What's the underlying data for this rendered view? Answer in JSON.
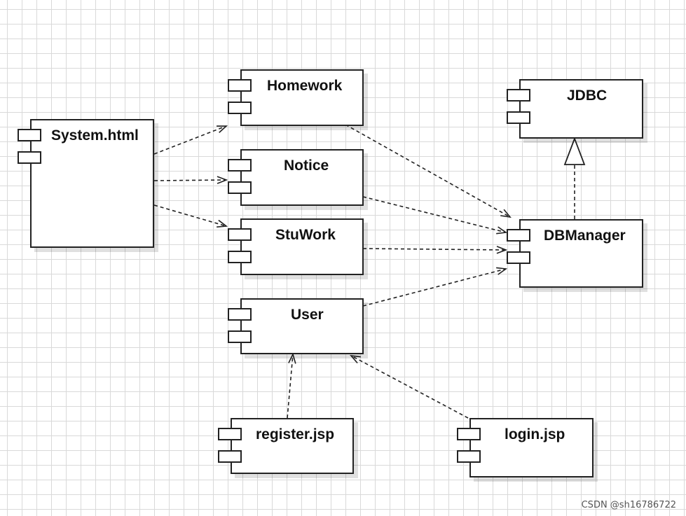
{
  "diagram": {
    "components": [
      {
        "id": "system",
        "label": "System.html"
      },
      {
        "id": "homework",
        "label": "Homework"
      },
      {
        "id": "notice",
        "label": "Notice"
      },
      {
        "id": "stuwork",
        "label": "StuWork"
      },
      {
        "id": "user",
        "label": "User"
      },
      {
        "id": "jdbc",
        "label": "JDBC"
      },
      {
        "id": "dbmanager",
        "label": "DBManager"
      },
      {
        "id": "register",
        "label": "register.jsp"
      },
      {
        "id": "login",
        "label": "login.jsp"
      }
    ],
    "dependencies": [
      {
        "from": "system",
        "to": "homework",
        "kind": "dependency"
      },
      {
        "from": "system",
        "to": "notice",
        "kind": "dependency"
      },
      {
        "from": "system",
        "to": "stuwork",
        "kind": "dependency"
      },
      {
        "from": "homework",
        "to": "dbmanager",
        "kind": "dependency"
      },
      {
        "from": "notice",
        "to": "dbmanager",
        "kind": "dependency"
      },
      {
        "from": "stuwork",
        "to": "dbmanager",
        "kind": "dependency"
      },
      {
        "from": "user",
        "to": "dbmanager",
        "kind": "dependency"
      },
      {
        "from": "dbmanager",
        "to": "jdbc",
        "kind": "realization"
      },
      {
        "from": "register",
        "to": "user",
        "kind": "dependency"
      },
      {
        "from": "login",
        "to": "user",
        "kind": "dependency"
      }
    ]
  },
  "watermark": "CSDN @sh16786722",
  "colors": {
    "line": "#222222",
    "grid": "#d9d9d9",
    "background": "#ffffff"
  }
}
